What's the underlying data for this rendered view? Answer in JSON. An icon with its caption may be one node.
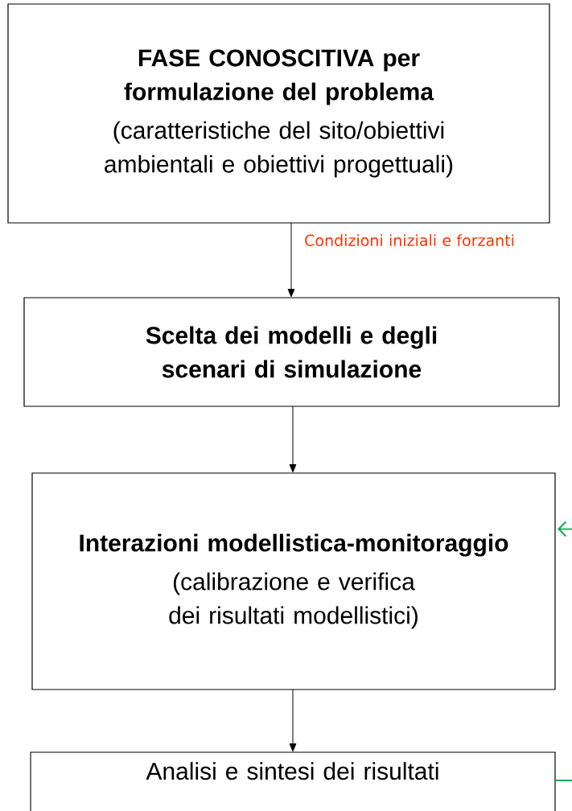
{
  "diagram": {
    "nodes": [
      {
        "text": [
          "FASE CONOSCITIVA per formulazione del problema",
          "(caratteristiche del sito/obiettivi ambientali e obiettivi progettuali)"
        ]
      },
      {
        "text": [
          "Scelta dei modelli e degli scenari di simulazione"
        ]
      },
      {
        "text": [
          "Interazioni modellistica-monitoraggio",
          "(calibrazione e verifica dei risultati modellistici)"
        ]
      },
      {
        "text": [
          "Analisi e sintesi dei risultati"
        ]
      }
    ],
    "edges": [
      {
        "from": 0,
        "to": 1,
        "arrow": "to",
        "label": "Condizioni iniziali e forzanti"
      },
      {
        "from": 1,
        "to": 2,
        "arrow": "to"
      },
      {
        "from": 2,
        "to": 3,
        "arrow": "to"
      },
      {
        "from": 3,
        "to": 2,
        "arrow": "to",
        "color": "#00b050"
      }
    ]
  }
}
